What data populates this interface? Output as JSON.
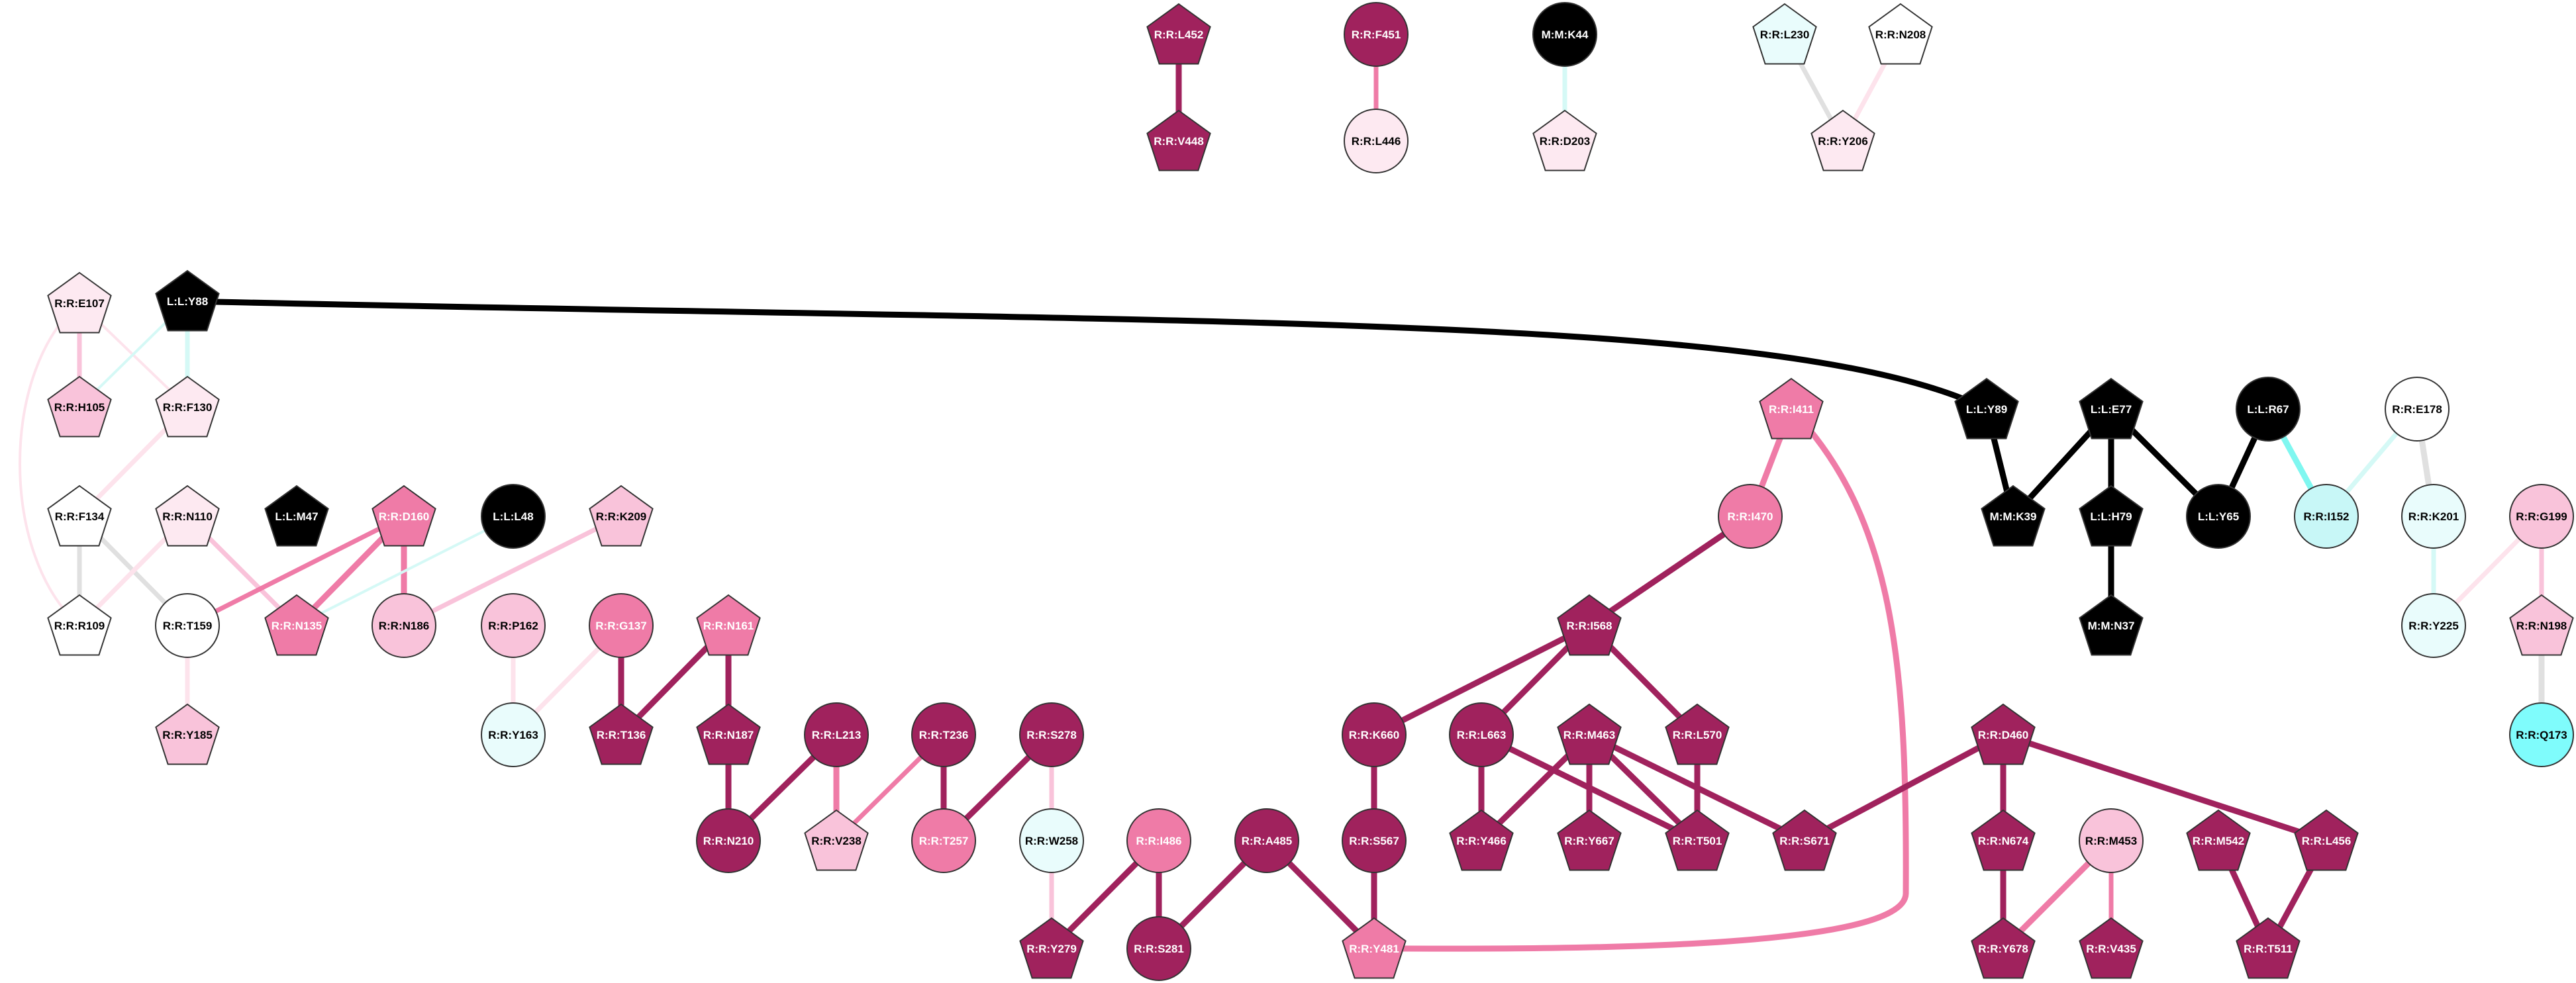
{
  "colors": {
    "black": "#000000",
    "dark_magenta": "#a0225d",
    "medium_pink": "#ef7ba7",
    "light_pink": "#f9c3da",
    "pale_pink": "#fde9f1",
    "white": "#ffffff",
    "pale_cyan": "#e9fcfc",
    "light_cyan": "#c8f7f7",
    "cyan": "#7ffcfc",
    "line_gray": "#e0e0e0",
    "line_pale_pink": "#fde3ec",
    "line_cyan": "#7ff7f0",
    "line_pale_cyan": "#d5f9f6"
  },
  "nodes": [
    {
      "id": "R:R:L452",
      "shape": "pentagon",
      "fill": "dark_magenta"
    },
    {
      "id": "R:R:V448",
      "shape": "pentagon",
      "fill": "dark_magenta"
    },
    {
      "id": "R:R:F451",
      "shape": "circle",
      "fill": "dark_magenta"
    },
    {
      "id": "R:R:L446",
      "shape": "circle",
      "fill": "pale_pink"
    },
    {
      "id": "M:M:K44",
      "shape": "circle",
      "fill": "black"
    },
    {
      "id": "R:R:D203",
      "shape": "pentagon",
      "fill": "pale_pink"
    },
    {
      "id": "R:R:L230",
      "shape": "pentagon",
      "fill": "pale_cyan"
    },
    {
      "id": "R:R:N208",
      "shape": "pentagon",
      "fill": "white"
    },
    {
      "id": "R:R:Y206",
      "shape": "pentagon",
      "fill": "pale_pink"
    },
    {
      "id": "R:R:E107",
      "shape": "pentagon",
      "fill": "pale_pink"
    },
    {
      "id": "L:L:Y88",
      "shape": "pentagon",
      "fill": "black"
    },
    {
      "id": "R:R:H105",
      "shape": "pentagon",
      "fill": "light_pink"
    },
    {
      "id": "R:R:F130",
      "shape": "pentagon",
      "fill": "pale_pink"
    },
    {
      "id": "R:R:F134",
      "shape": "pentagon",
      "fill": "white"
    },
    {
      "id": "R:R:N110",
      "shape": "pentagon",
      "fill": "pale_pink"
    },
    {
      "id": "L:L:M47",
      "shape": "pentagon",
      "fill": "black"
    },
    {
      "id": "R:R:D160",
      "shape": "pentagon",
      "fill": "medium_pink"
    },
    {
      "id": "L:L:L48",
      "shape": "circle",
      "fill": "black"
    },
    {
      "id": "R:R:K209",
      "shape": "pentagon",
      "fill": "light_pink"
    },
    {
      "id": "R:R:R109",
      "shape": "pentagon",
      "fill": "white"
    },
    {
      "id": "R:R:T159",
      "shape": "circle",
      "fill": "white"
    },
    {
      "id": "R:R:N135",
      "shape": "pentagon",
      "fill": "medium_pink"
    },
    {
      "id": "R:R:N186",
      "shape": "circle",
      "fill": "light_pink"
    },
    {
      "id": "R:R:P162",
      "shape": "circle",
      "fill": "light_pink"
    },
    {
      "id": "R:R:G137",
      "shape": "circle",
      "fill": "medium_pink"
    },
    {
      "id": "R:R:N161",
      "shape": "pentagon",
      "fill": "medium_pink"
    },
    {
      "id": "R:R:Y185",
      "shape": "pentagon",
      "fill": "light_pink"
    },
    {
      "id": "R:R:Y163",
      "shape": "circle",
      "fill": "pale_cyan"
    },
    {
      "id": "R:R:T136",
      "shape": "pentagon",
      "fill": "dark_magenta"
    },
    {
      "id": "R:R:N187",
      "shape": "pentagon",
      "fill": "dark_magenta"
    },
    {
      "id": "R:R:L213",
      "shape": "circle",
      "fill": "dark_magenta"
    },
    {
      "id": "R:R:T236",
      "shape": "circle",
      "fill": "dark_magenta"
    },
    {
      "id": "R:R:S278",
      "shape": "circle",
      "fill": "dark_magenta"
    },
    {
      "id": "R:R:N210",
      "shape": "circle",
      "fill": "dark_magenta"
    },
    {
      "id": "R:R:V238",
      "shape": "pentagon",
      "fill": "light_pink"
    },
    {
      "id": "R:R:T257",
      "shape": "circle",
      "fill": "medium_pink"
    },
    {
      "id": "R:R:W258",
      "shape": "circle",
      "fill": "pale_cyan"
    },
    {
      "id": "R:R:I486",
      "shape": "circle",
      "fill": "medium_pink"
    },
    {
      "id": "R:R:A485",
      "shape": "circle",
      "fill": "dark_magenta"
    },
    {
      "id": "R:R:Y279",
      "shape": "pentagon",
      "fill": "dark_magenta"
    },
    {
      "id": "R:R:S281",
      "shape": "circle",
      "fill": "dark_magenta"
    },
    {
      "id": "R:R:Y481",
      "shape": "pentagon",
      "fill": "medium_pink"
    },
    {
      "id": "R:R:I411",
      "shape": "pentagon",
      "fill": "medium_pink"
    },
    {
      "id": "R:R:I470",
      "shape": "circle",
      "fill": "medium_pink"
    },
    {
      "id": "R:R:I568",
      "shape": "pentagon",
      "fill": "dark_magenta"
    },
    {
      "id": "R:R:K660",
      "shape": "circle",
      "fill": "dark_magenta"
    },
    {
      "id": "R:R:L663",
      "shape": "circle",
      "fill": "dark_magenta"
    },
    {
      "id": "R:R:M463",
      "shape": "pentagon",
      "fill": "dark_magenta"
    },
    {
      "id": "R:R:L570",
      "shape": "pentagon",
      "fill": "dark_magenta"
    },
    {
      "id": "R:R:S567",
      "shape": "circle",
      "fill": "dark_magenta"
    },
    {
      "id": "R:R:Y466",
      "shape": "pentagon",
      "fill": "dark_magenta"
    },
    {
      "id": "R:R:Y667",
      "shape": "pentagon",
      "fill": "dark_magenta"
    },
    {
      "id": "R:R:T501",
      "shape": "pentagon",
      "fill": "dark_magenta"
    },
    {
      "id": "R:R:S671",
      "shape": "pentagon",
      "fill": "dark_magenta"
    },
    {
      "id": "L:L:Y89",
      "shape": "pentagon",
      "fill": "black"
    },
    {
      "id": "L:L:E77",
      "shape": "pentagon",
      "fill": "black"
    },
    {
      "id": "L:L:R67",
      "shape": "circle",
      "fill": "black"
    },
    {
      "id": "M:M:K39",
      "shape": "pentagon",
      "fill": "black"
    },
    {
      "id": "L:L:H79",
      "shape": "pentagon",
      "fill": "black"
    },
    {
      "id": "L:L:Y65",
      "shape": "circle",
      "fill": "black"
    },
    {
      "id": "M:M:N37",
      "shape": "pentagon",
      "fill": "black"
    },
    {
      "id": "R:R:I152",
      "shape": "circle",
      "fill": "light_cyan"
    },
    {
      "id": "R:R:E178",
      "shape": "circle",
      "fill": "white"
    },
    {
      "id": "R:R:K201",
      "shape": "circle",
      "fill": "pale_cyan"
    },
    {
      "id": "R:R:Y225",
      "shape": "circle",
      "fill": "pale_cyan"
    },
    {
      "id": "R:R:G199",
      "shape": "circle",
      "fill": "light_pink"
    },
    {
      "id": "R:R:N198",
      "shape": "pentagon",
      "fill": "light_pink"
    },
    {
      "id": "R:R:Q173",
      "shape": "circle",
      "fill": "cyan"
    },
    {
      "id": "R:R:D460",
      "shape": "pentagon",
      "fill": "dark_magenta"
    },
    {
      "id": "R:R:N674",
      "shape": "pentagon",
      "fill": "dark_magenta"
    },
    {
      "id": "R:R:M453",
      "shape": "circle",
      "fill": "light_pink"
    },
    {
      "id": "R:R:M542",
      "shape": "pentagon",
      "fill": "dark_magenta"
    },
    {
      "id": "R:R:L456",
      "shape": "pentagon",
      "fill": "dark_magenta"
    },
    {
      "id": "R:R:Y678",
      "shape": "pentagon",
      "fill": "dark_magenta"
    },
    {
      "id": "R:R:V435",
      "shape": "pentagon",
      "fill": "dark_magenta"
    },
    {
      "id": "R:R:T511",
      "shape": "pentagon",
      "fill": "dark_magenta"
    }
  ],
  "edges": [
    {
      "source": "R:R:L452",
      "target": "R:R:V448",
      "color": "dark_magenta",
      "weight": "heavy"
    },
    {
      "source": "R:R:F451",
      "target": "R:R:L446",
      "color": "medium_pink",
      "weight": "medium"
    },
    {
      "source": "M:M:K44",
      "target": "R:R:D203",
      "color": "line_pale_cyan",
      "weight": "medium"
    },
    {
      "source": "R:R:L230",
      "target": "R:R:Y206",
      "color": "line_gray",
      "weight": "medium"
    },
    {
      "source": "R:R:N208",
      "target": "R:R:Y206",
      "color": "line_pale_pink",
      "weight": "medium"
    },
    {
      "source": "L:L:Y88",
      "target": "L:L:Y89",
      "color": "black",
      "weight": "heavy",
      "curved": true
    },
    {
      "source": "R:R:E107",
      "target": "R:R:H105",
      "color": "light_pink",
      "weight": "medium"
    },
    {
      "source": "R:R:E107",
      "target": "R:R:F130",
      "color": "line_pale_pink",
      "weight": "light"
    },
    {
      "source": "R:R:E107",
      "target": "R:R:R109",
      "color": "line_pale_pink",
      "weight": "light",
      "curved": true
    },
    {
      "source": "L:L:Y88",
      "target": "R:R:F130",
      "color": "line_pale_cyan",
      "weight": "medium"
    },
    {
      "source": "L:L:Y88",
      "target": "R:R:H105",
      "color": "line_pale_cyan",
      "weight": "light"
    },
    {
      "source": "R:R:F130",
      "target": "R:R:F134",
      "color": "line_pale_pink",
      "weight": "medium"
    },
    {
      "source": "R:R:F134",
      "target": "R:R:R109",
      "color": "line_gray",
      "weight": "medium"
    },
    {
      "source": "R:R:F134",
      "target": "R:R:T159",
      "color": "line_gray",
      "weight": "medium"
    },
    {
      "source": "R:R:N110",
      "target": "R:R:R109",
      "color": "line_pale_pink",
      "weight": "medium"
    },
    {
      "source": "R:R:N110",
      "target": "R:R:N135",
      "color": "light_pink",
      "weight": "medium"
    },
    {
      "source": "R:R:D160",
      "target": "R:R:N135",
      "color": "medium_pink",
      "weight": "heavy"
    },
    {
      "source": "R:R:D160",
      "target": "R:R:T159",
      "color": "medium_pink",
      "weight": "medium"
    },
    {
      "source": "R:R:D160",
      "target": "R:R:N186",
      "color": "medium_pink",
      "weight": "heavy"
    },
    {
      "source": "L:L:L48",
      "target": "R:R:N135",
      "color": "line_pale_cyan",
      "weight": "light"
    },
    {
      "source": "R:R:K209",
      "target": "R:R:N186",
      "color": "light_pink",
      "weight": "medium"
    },
    {
      "source": "R:R:T159",
      "target": "R:R:Y185",
      "color": "line_pale_pink",
      "weight": "medium"
    },
    {
      "source": "R:R:P162",
      "target": "R:R:Y163",
      "color": "line_pale_pink",
      "weight": "medium"
    },
    {
      "source": "R:R:G137",
      "target": "R:R:T136",
      "color": "dark_magenta",
      "weight": "heavy"
    },
    {
      "source": "R:R:G137",
      "target": "R:R:Y163",
      "color": "line_pale_pink",
      "weight": "medium"
    },
    {
      "source": "R:R:N161",
      "target": "R:R:T136",
      "color": "dark_magenta",
      "weight": "heavy"
    },
    {
      "source": "R:R:N161",
      "target": "R:R:N187",
      "color": "dark_magenta",
      "weight": "heavy"
    },
    {
      "source": "R:R:N187",
      "target": "R:R:N210",
      "color": "dark_magenta",
      "weight": "heavy"
    },
    {
      "source": "R:R:L213",
      "target": "R:R:N210",
      "color": "dark_magenta",
      "weight": "heavy"
    },
    {
      "source": "R:R:L213",
      "target": "R:R:V238",
      "color": "medium_pink",
      "weight": "heavy"
    },
    {
      "source": "R:R:T236",
      "target": "R:R:V238",
      "color": "medium_pink",
      "weight": "medium"
    },
    {
      "source": "R:R:T236",
      "target": "R:R:T257",
      "color": "dark_magenta",
      "weight": "heavy"
    },
    {
      "source": "R:R:S278",
      "target": "R:R:T257",
      "color": "dark_magenta",
      "weight": "heavy"
    },
    {
      "source": "R:R:S278",
      "target": "R:R:W258",
      "color": "light_pink",
      "weight": "medium"
    },
    {
      "source": "R:R:W258",
      "target": "R:R:Y279",
      "color": "light_pink",
      "weight": "medium"
    },
    {
      "source": "R:R:I486",
      "target": "R:R:Y279",
      "color": "dark_magenta",
      "weight": "heavy"
    },
    {
      "source": "R:R:I486",
      "target": "R:R:S281",
      "color": "dark_magenta",
      "weight": "heavy"
    },
    {
      "source": "R:R:A485",
      "target": "R:R:S281",
      "color": "dark_magenta",
      "weight": "heavy"
    },
    {
      "source": "R:R:A485",
      "target": "R:R:Y481",
      "color": "dark_magenta",
      "weight": "heavy"
    },
    {
      "source": "R:R:S567",
      "target": "R:R:Y481",
      "color": "dark_magenta",
      "weight": "heavy"
    },
    {
      "source": "R:R:I411",
      "target": "R:R:Y481",
      "color": "medium_pink",
      "weight": "heavy",
      "curved": true
    },
    {
      "source": "R:R:I411",
      "target": "R:R:I470",
      "color": "medium_pink",
      "weight": "heavy"
    },
    {
      "source": "R:R:I470",
      "target": "R:R:I568",
      "color": "dark_magenta",
      "weight": "heavy"
    },
    {
      "source": "R:R:I568",
      "target": "R:R:K660",
      "color": "dark_magenta",
      "weight": "heavy"
    },
    {
      "source": "R:R:I568",
      "target": "R:R:L663",
      "color": "dark_magenta",
      "weight": "heavy"
    },
    {
      "source": "R:R:I568",
      "target": "R:R:L570",
      "color": "dark_magenta",
      "weight": "heavy"
    },
    {
      "source": "R:R:K660",
      "target": "R:R:S567",
      "color": "dark_magenta",
      "weight": "heavy"
    },
    {
      "source": "R:R:L663",
      "target": "R:R:Y466",
      "color": "dark_magenta",
      "weight": "heavy"
    },
    {
      "source": "R:R:L663",
      "target": "R:R:T501",
      "color": "dark_magenta",
      "weight": "heavy"
    },
    {
      "source": "R:R:M463",
      "target": "R:R:Y466",
      "color": "dark_magenta",
      "weight": "heavy"
    },
    {
      "source": "R:R:M463",
      "target": "R:R:Y667",
      "color": "dark_magenta",
      "weight": "heavy"
    },
    {
      "source": "R:R:M463",
      "target": "R:R:T501",
      "color": "dark_magenta",
      "weight": "heavy"
    },
    {
      "source": "R:R:M463",
      "target": "R:R:S671",
      "color": "dark_magenta",
      "weight": "heavy"
    },
    {
      "source": "R:R:L570",
      "target": "R:R:T501",
      "color": "dark_magenta",
      "weight": "heavy"
    },
    {
      "source": "R:R:D460",
      "target": "R:R:S671",
      "color": "dark_magenta",
      "weight": "heavy"
    },
    {
      "source": "R:R:D460",
      "target": "R:R:N674",
      "color": "dark_magenta",
      "weight": "heavy"
    },
    {
      "source": "R:R:D460",
      "target": "R:R:L456",
      "color": "dark_magenta",
      "weight": "heavy"
    },
    {
      "source": "R:R:N674",
      "target": "R:R:Y678",
      "color": "dark_magenta",
      "weight": "heavy"
    },
    {
      "source": "R:R:M453",
      "target": "R:R:Y678",
      "color": "medium_pink",
      "weight": "heavy"
    },
    {
      "source": "R:R:M453",
      "target": "R:R:V435",
      "color": "medium_pink",
      "weight": "medium"
    },
    {
      "source": "R:R:M542",
      "target": "R:R:T511",
      "color": "dark_magenta",
      "weight": "heavy"
    },
    {
      "source": "R:R:L456",
      "target": "R:R:T511",
      "color": "dark_magenta",
      "weight": "heavy"
    },
    {
      "source": "L:L:Y89",
      "target": "M:M:K39",
      "color": "black",
      "weight": "heavy"
    },
    {
      "source": "L:L:E77",
      "target": "M:M:K39",
      "color": "black",
      "weight": "heavy"
    },
    {
      "source": "L:L:E77",
      "target": "L:L:H79",
      "color": "black",
      "weight": "heavy"
    },
    {
      "source": "L:L:E77",
      "target": "L:L:Y65",
      "color": "black",
      "weight": "heavy"
    },
    {
      "source": "L:L:H79",
      "target": "M:M:N37",
      "color": "black",
      "weight": "heavy"
    },
    {
      "source": "L:L:R67",
      "target": "L:L:Y65",
      "color": "black",
      "weight": "heavy"
    },
    {
      "source": "L:L:R67",
      "target": "R:R:I152",
      "color": "line_cyan",
      "weight": "heavy"
    },
    {
      "source": "R:R:E178",
      "target": "R:R:I152",
      "color": "line_pale_cyan",
      "weight": "medium"
    },
    {
      "source": "R:R:E178",
      "target": "R:R:K201",
      "color": "line_gray",
      "weight": "heavy"
    },
    {
      "source": "R:R:K201",
      "target": "R:R:Y225",
      "color": "line_pale_cyan",
      "weight": "medium"
    },
    {
      "source": "R:R:G199",
      "target": "R:R:Y225",
      "color": "line_pale_pink",
      "weight": "medium"
    },
    {
      "source": "R:R:G199",
      "target": "R:R:N198",
      "color": "light_pink",
      "weight": "medium"
    },
    {
      "source": "R:R:N198",
      "target": "R:R:Q173",
      "color": "line_gray",
      "weight": "heavy"
    }
  ]
}
